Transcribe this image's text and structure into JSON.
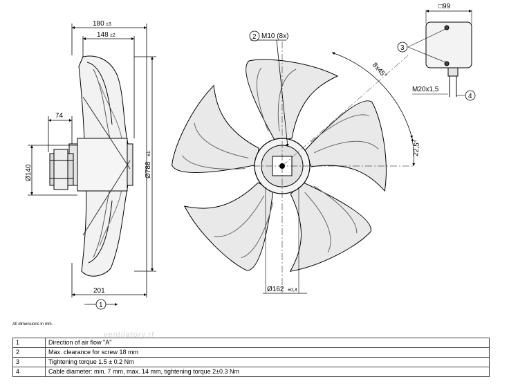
{
  "dimensions": {
    "d180": "180",
    "d180_tol": "±3",
    "d148": "148",
    "d148_tol": "±2",
    "d74": "74",
    "d201": "201",
    "d140": "Ø140",
    "d788": "Ø788",
    "d788_tol": "±1",
    "m10": "M10 (8x)",
    "angle_8x45": "8x45°",
    "angle_22_5": "22,5°",
    "d162": "Ø162",
    "d162_tol": "±0,3",
    "d99": "□99",
    "m20": "M20x1,5"
  },
  "callouts": [
    "1",
    "2",
    "3",
    "4"
  ],
  "note": "All dimensions in mm.",
  "watermark": "ventilatory.rf",
  "legend": [
    {
      "num": "1",
      "text": "Direction of air flow \"A\""
    },
    {
      "num": "2",
      "text": "Max. clearance for screw 18 mm"
    },
    {
      "num": "3",
      "text": "Tightening torque 1.5 ± 0.2 Nm"
    },
    {
      "num": "4",
      "text": "Cable diameter: min. 7 mm, max. 14 mm, tightening torque 2±0.3 Nm"
    }
  ]
}
